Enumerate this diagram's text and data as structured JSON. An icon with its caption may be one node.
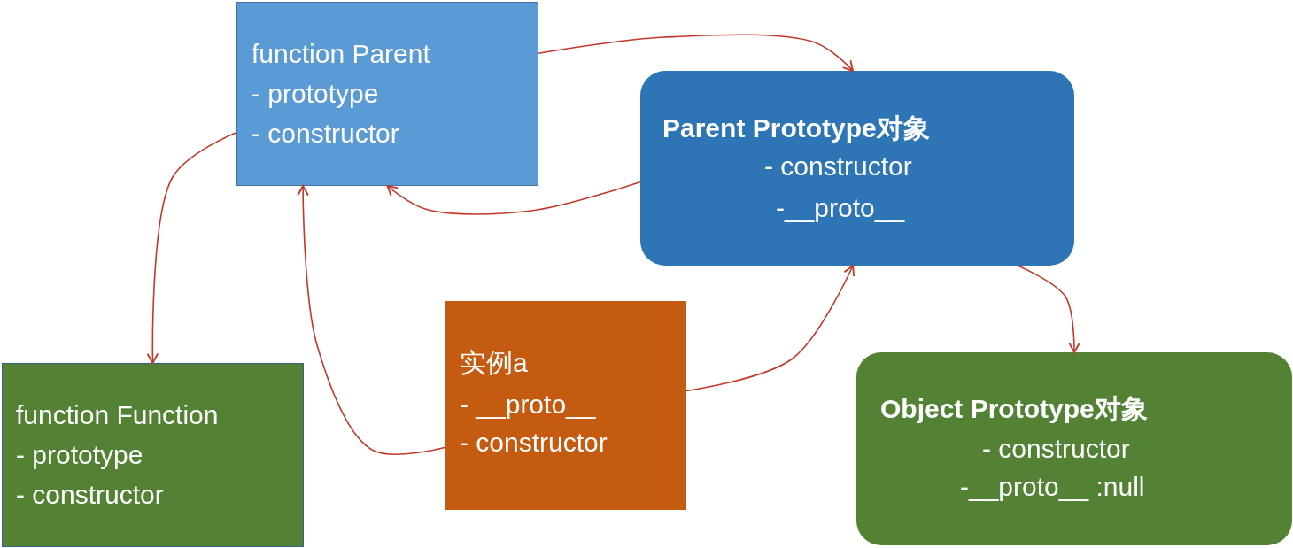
{
  "diagram": {
    "nodes": [
      {
        "text": [
          "function Parent",
          "- prototype",
          "- constructor"
        ]
      },
      {
        "text": [
          "Parent Prototype对象",
          "- constructor",
          "-__proto__"
        ]
      },
      {
        "text": [
          "实例a",
          "- __proto__",
          "- constructor"
        ]
      },
      {
        "text": [
          "function Function",
          "- prototype",
          "- constructor"
        ]
      },
      {
        "text": [
          "Object Prototype对象",
          "- constructor",
          "-__proto__ :null"
        ]
      }
    ],
    "edges": [
      {
        "from": 0,
        "to": 1,
        "arrow": "to"
      },
      {
        "from": 1,
        "to": 0,
        "arrow": "to"
      },
      {
        "from": 0,
        "to": 3,
        "arrow": "to"
      },
      {
        "from": 1,
        "to": 4,
        "arrow": "to"
      },
      {
        "from": 2,
        "to": 1,
        "arrow": "to"
      },
      {
        "from": 2,
        "to": 0,
        "arrow": "to"
      }
    ]
  }
}
